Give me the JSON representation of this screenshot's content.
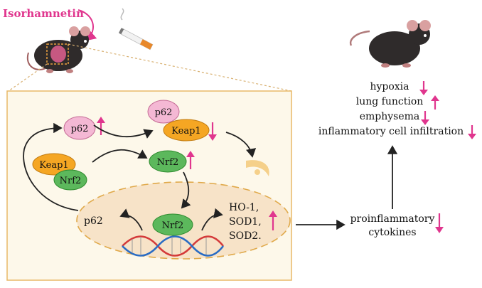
{
  "title": "Isorhamnetin",
  "colors": {
    "accent": "#e0368e",
    "panel_bg": "#fdf8ea",
    "panel_border": "#e8b968",
    "nucleus_fill": "#f7e3c8",
    "nucleus_border": "#e0a94a",
    "p62_fill": "#f4b8d4",
    "keap1_fill": "#f5a623",
    "nrf2_fill": "#5cb85c",
    "arrow": "#222222"
  },
  "panel": {
    "p62_free": "p62",
    "keap1": "Keap1",
    "nrf2": "Nrf2",
    "p62_complex": "p62",
    "keap1_complex": "Keap1",
    "nrf2_free": "Nrf2",
    "nrf2_nucleus": "Nrf2",
    "p62_gene": "p62",
    "targets": [
      "HO-1,",
      "SOD1,",
      "SOD2."
    ]
  },
  "outcomes": [
    "hypoxia",
    "lung function",
    "emphysema",
    "inflammatory cell infiltration"
  ],
  "cytokines": [
    "proinflammatory",
    "cytokines"
  ],
  "indicators": {
    "p62_free": "up",
    "keap1_complex": "down",
    "nrf2_free": "up",
    "targets": "up",
    "hypoxia": "down",
    "lung_function": "up",
    "emphysema": "down",
    "inflammatory_cell_infiltration": "down",
    "cytokines": "down"
  }
}
